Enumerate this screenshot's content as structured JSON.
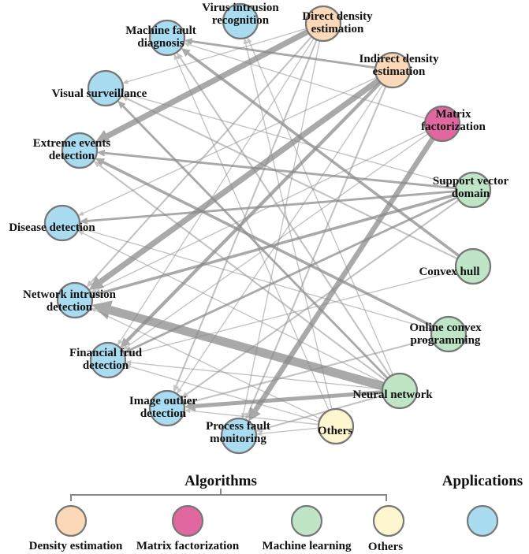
{
  "colors": {
    "density": "#fbd9b8",
    "matrix": "#e0679f",
    "ml": "#bde5c6",
    "others": "#fdf6cf",
    "application": "#a9dcf0",
    "edge": "#888888",
    "node_stroke": "#777777"
  },
  "nodes": [
    {
      "id": "virus",
      "kind": "application",
      "label": [
        "Virus intrusion",
        "recognition"
      ]
    },
    {
      "id": "machine",
      "kind": "application",
      "label": [
        "Machine fault",
        "diagnosis"
      ]
    },
    {
      "id": "visual",
      "kind": "application",
      "label": [
        "Visual surveillance"
      ]
    },
    {
      "id": "extreme",
      "kind": "application",
      "label": [
        "Extreme events",
        "detection"
      ]
    },
    {
      "id": "disease",
      "kind": "application",
      "label": [
        "Disease detection"
      ]
    },
    {
      "id": "network",
      "kind": "application",
      "label": [
        "Network intrusion",
        "detection"
      ]
    },
    {
      "id": "financial",
      "kind": "application",
      "label": [
        "Financial frud",
        "detection"
      ]
    },
    {
      "id": "image",
      "kind": "application",
      "label": [
        "Image outlier",
        "detection"
      ]
    },
    {
      "id": "process",
      "kind": "application",
      "label": [
        "Process fault",
        "monitoring"
      ]
    },
    {
      "id": "direct",
      "kind": "density",
      "label": [
        "Direct density",
        "estimation"
      ]
    },
    {
      "id": "indirect",
      "kind": "density",
      "label": [
        "Indirect density",
        "estimation"
      ]
    },
    {
      "id": "matrix",
      "kind": "matrix",
      "label": [
        "Matrix",
        "factorization"
      ]
    },
    {
      "id": "svd",
      "kind": "ml",
      "label": [
        "Support vector",
        "domain"
      ]
    },
    {
      "id": "hull",
      "kind": "ml",
      "label": [
        "Convex hull"
      ]
    },
    {
      "id": "online",
      "kind": "ml",
      "label": [
        "Online convex",
        "programming"
      ]
    },
    {
      "id": "neural",
      "kind": "ml",
      "label": [
        "Neural network"
      ]
    },
    {
      "id": "others",
      "kind": "others",
      "label": [
        "Others"
      ]
    }
  ],
  "edges": [
    {
      "from": "direct",
      "to": "extreme",
      "weight": 9
    },
    {
      "from": "direct",
      "to": "image",
      "weight": 2
    },
    {
      "from": "direct",
      "to": "network",
      "weight": 2
    },
    {
      "from": "direct",
      "to": "visual",
      "weight": 1
    },
    {
      "from": "direct",
      "to": "financial",
      "weight": 1
    },
    {
      "from": "direct",
      "to": "process",
      "weight": 1
    },
    {
      "from": "indirect",
      "to": "machine",
      "weight": 3
    },
    {
      "from": "indirect",
      "to": "network",
      "weight": 9
    },
    {
      "from": "indirect",
      "to": "financial",
      "weight": 5
    },
    {
      "from": "indirect",
      "to": "image",
      "weight": 1
    },
    {
      "from": "indirect",
      "to": "process",
      "weight": 2
    },
    {
      "from": "indirect",
      "to": "disease",
      "weight": 1
    },
    {
      "from": "matrix",
      "to": "process",
      "weight": 8
    },
    {
      "from": "matrix",
      "to": "machine",
      "weight": 1
    },
    {
      "from": "matrix",
      "to": "network",
      "weight": 1
    },
    {
      "from": "matrix",
      "to": "financial",
      "weight": 1
    },
    {
      "from": "svd",
      "to": "extreme",
      "weight": 3
    },
    {
      "from": "svd",
      "to": "disease",
      "weight": 3
    },
    {
      "from": "svd",
      "to": "network",
      "weight": 4
    },
    {
      "from": "svd",
      "to": "financial",
      "weight": 3
    },
    {
      "from": "svd",
      "to": "image",
      "weight": 2
    },
    {
      "from": "svd",
      "to": "visual",
      "weight": 1
    },
    {
      "from": "hull",
      "to": "machine",
      "weight": 4
    },
    {
      "from": "hull",
      "to": "visual",
      "weight": 2
    },
    {
      "from": "hull",
      "to": "financial",
      "weight": 1
    },
    {
      "from": "online",
      "to": "extreme",
      "weight": 4
    },
    {
      "from": "online",
      "to": "image",
      "weight": 2
    },
    {
      "from": "online",
      "to": "disease",
      "weight": 1
    },
    {
      "from": "neural",
      "to": "network",
      "weight": 14
    },
    {
      "from": "neural",
      "to": "image",
      "weight": 6
    },
    {
      "from": "neural",
      "to": "process",
      "weight": 2
    },
    {
      "from": "neural",
      "to": "visual",
      "weight": 3
    },
    {
      "from": "neural",
      "to": "virus",
      "weight": 1
    },
    {
      "from": "neural",
      "to": "extreme",
      "weight": 2
    },
    {
      "from": "neural",
      "to": "machine",
      "weight": 2
    },
    {
      "from": "neural",
      "to": "financial",
      "weight": 1
    },
    {
      "from": "neural",
      "to": "disease",
      "weight": 1
    },
    {
      "from": "others",
      "to": "virus",
      "weight": 1
    },
    {
      "from": "others",
      "to": "network",
      "weight": 1
    },
    {
      "from": "others",
      "to": "process",
      "weight": 1
    },
    {
      "from": "others",
      "to": "image",
      "weight": 1
    },
    {
      "from": "others",
      "to": "machine",
      "weight": 1
    },
    {
      "from": "others",
      "to": "financial",
      "weight": 1
    }
  ],
  "legend": {
    "algorithms_title": "Algorithms",
    "applications_title": "Applications",
    "items": [
      {
        "kind": "density",
        "label": "Density estimation"
      },
      {
        "kind": "matrix",
        "label": "Matrix factorization"
      },
      {
        "kind": "ml",
        "label": "Machine learning"
      },
      {
        "kind": "others",
        "label": "Others"
      },
      {
        "kind": "application",
        "label": ""
      }
    ]
  }
}
